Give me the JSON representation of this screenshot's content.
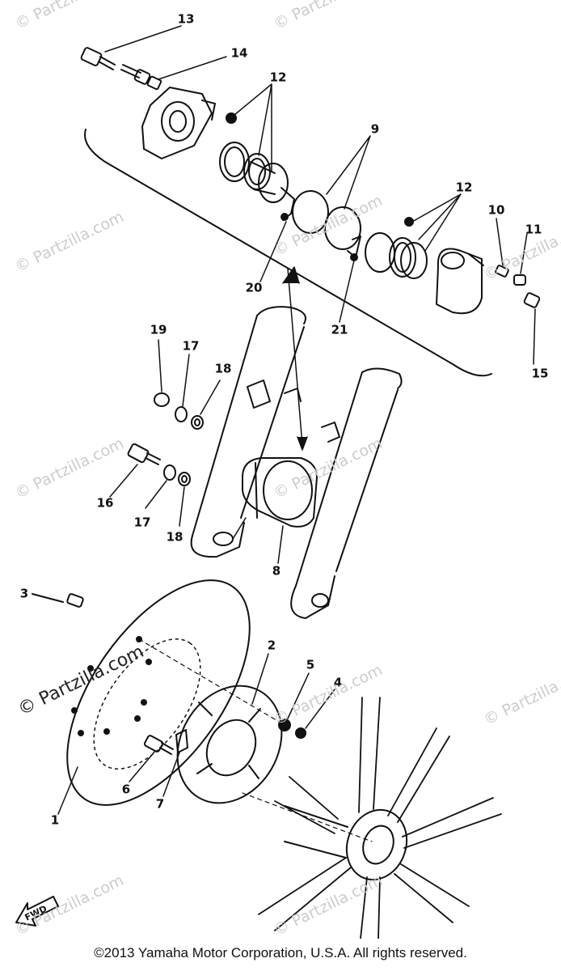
{
  "diagram": {
    "callouts": [
      "13",
      "14",
      "12",
      "9",
      "12",
      "10",
      "11",
      "20",
      "21",
      "15",
      "19",
      "17",
      "18",
      "16",
      "17",
      "18",
      "8",
      "3",
      "2",
      "5",
      "4",
      "1",
      "6",
      "7"
    ],
    "fwd_label": "FWD",
    "watermarks": [
      "© Partzilla.com",
      "© Partzilla.com",
      "© Partzilla.com",
      "© Partzilla.com",
      "© Partzilla.com",
      "© Partzilla.com",
      "© Partzilla.com",
      "© Partzilla.com",
      "© Partzilla.com",
      "© Partzilla.com",
      "© Partzilla.com",
      "© Partzilla.com"
    ],
    "copyright": "©2013 Yamaha Motor Corporation, U.S.A. All rights reserved."
  }
}
